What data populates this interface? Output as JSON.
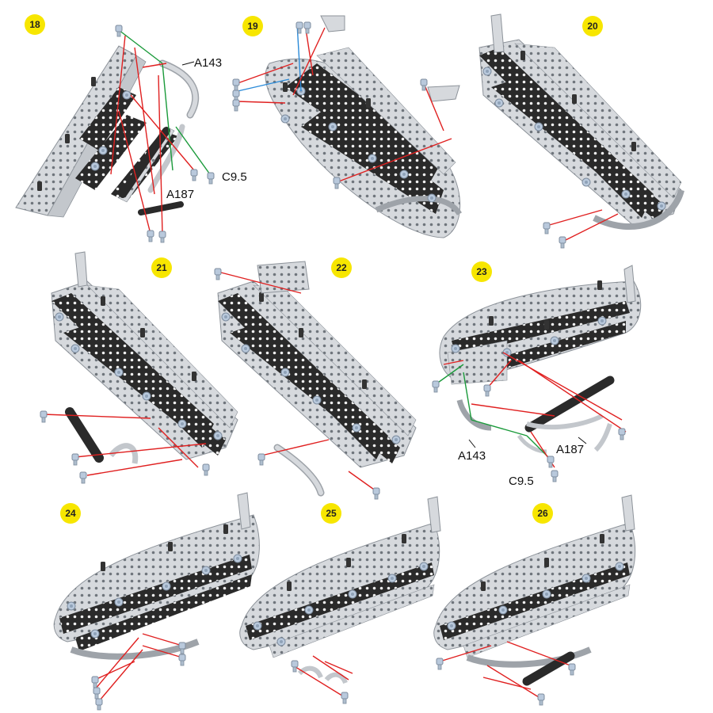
{
  "colors": {
    "badge": "#f7e600",
    "metal": "#d6d9dd",
    "metal_dark": "#9ea3a9",
    "black_strip": "#2a2a2a",
    "bolt": "#b9c9dc",
    "red_line": "#e02020",
    "green_line": "#1a9a3a",
    "blue_line": "#2a8ad8"
  },
  "steps": [
    {
      "number": "18"
    },
    {
      "number": "19"
    },
    {
      "number": "20"
    },
    {
      "number": "21"
    },
    {
      "number": "22"
    },
    {
      "number": "23"
    },
    {
      "number": "24"
    },
    {
      "number": "25"
    },
    {
      "number": "26"
    }
  ],
  "part_labels": {
    "step18_a143": "A143",
    "step18_c95": "C9.5",
    "step18_a187": "A187",
    "step23_a143": "A143",
    "step23_a187": "A187",
    "step23_c95": "C9.5"
  }
}
